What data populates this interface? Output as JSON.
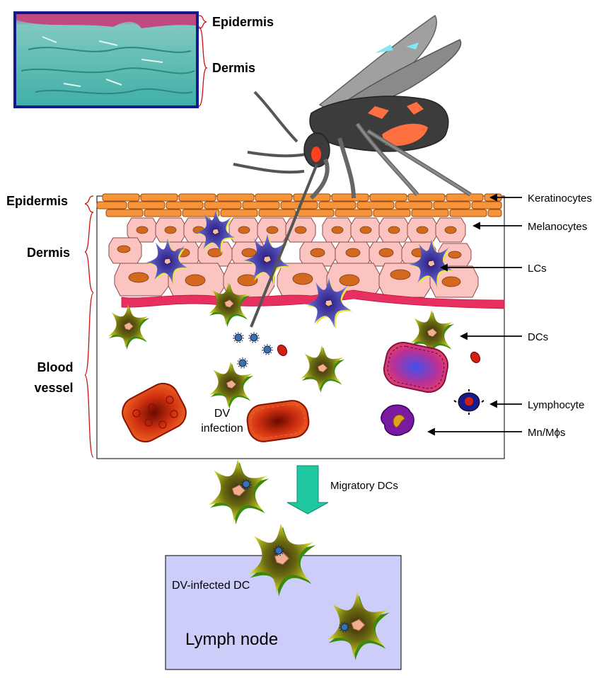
{
  "inset": {
    "epidermis_label": "Epidermis",
    "dermis_label": "Dermis"
  },
  "left_labels": {
    "epidermis": "Epidermis",
    "dermis": "Dermis",
    "blood_vessel_line1": "Blood",
    "blood_vessel_line2": "vessel"
  },
  "right_labels": {
    "keratinocytes": "Keratinocytes",
    "melanocytes": "Melanocytes",
    "lcs": "LCs",
    "dcs": "DCs",
    "lymphocyte": "Lymphocyte",
    "mn_mphs": "Mn/Mϕs"
  },
  "in_box_labels": {
    "dv_line1": "DV",
    "dv_line2": "infection"
  },
  "migration": {
    "label": "Migratory DCs"
  },
  "lymph_node": {
    "dv_infected_dc": "DV-infected DC",
    "title": "Lymph node"
  },
  "colors": {
    "keratinocyte": "#f7943a",
    "melanocyte": "#fcc4c0",
    "melanocyte_nucleus": "#d2691e",
    "lc": "#5a5ab0",
    "dc": "#c8d020",
    "vessel": "#cc2200",
    "lymph_node_bg": "#cccdf8",
    "arrow": "#1fc8a0",
    "basement": "#e83060",
    "inset_frame": "#101a8a",
    "inset_tissue": "#5fc8c0"
  }
}
